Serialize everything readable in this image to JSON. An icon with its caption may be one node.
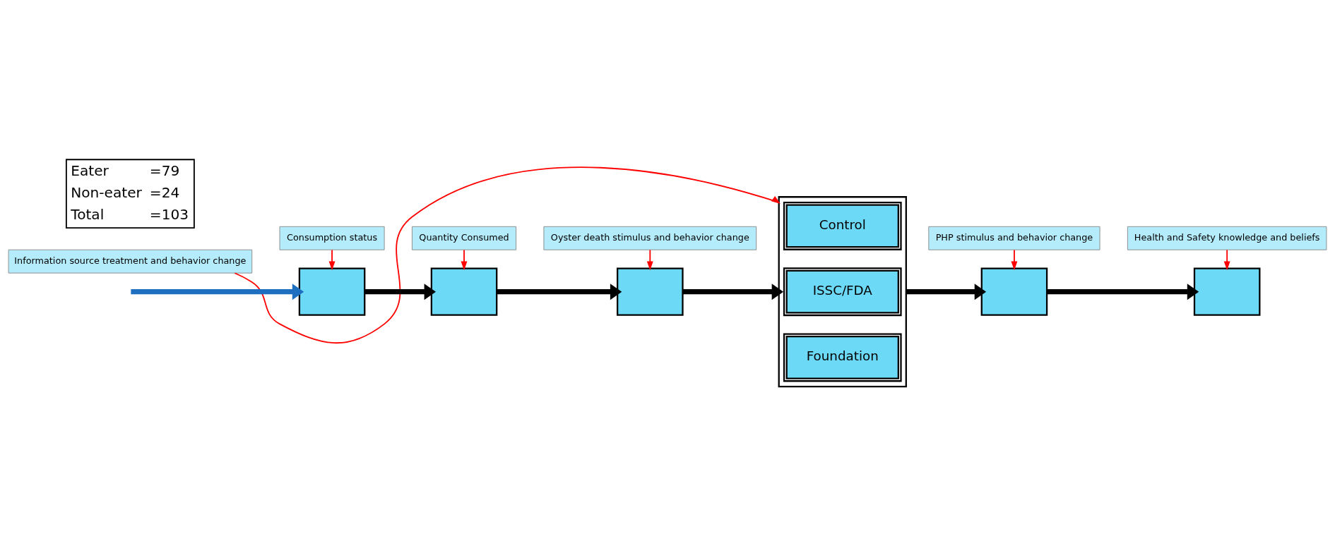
{
  "diagram": {
    "nodes": [
      {
        "text": [
          "Consumption status"
        ]
      },
      {
        "text": [
          "Quantity Consumed"
        ]
      },
      {
        "text": [
          "Oyster death stimulus and behavior change"
        ]
      },
      {
        "text": [
          "Information source treatment and behavior change"
        ]
      },
      {
        "text": [],
        "shape": "box"
      },
      {
        "text": [],
        "shape": "box"
      },
      {
        "text": [],
        "shape": "box"
      },
      {
        "text": [],
        "shape": "box"
      },
      {
        "text": [
          "Control"
        ],
        "in": 7
      },
      {
        "text": [
          "ISSC/FDA"
        ],
        "in": 7
      },
      {
        "text": [
          "Foundation"
        ],
        "in": 7
      },
      {
        "text": [],
        "shape": "box"
      },
      {
        "text": [],
        "shape": "box"
      },
      {
        "text": [
          "PHP stimulus and behavior change"
        ]
      },
      {
        "text": [
          "Health and Safety knowledge and beliefs"
        ]
      }
    ],
    "edges": [
      {
        "from": null,
        "to": 4,
        "arrow": "to",
        "style": "thick",
        "color": "#1f6fc0"
      },
      {
        "from": 4,
        "to": 5,
        "arrow": "to",
        "style": "thick",
        "color": "#000000"
      },
      {
        "from": 5,
        "to": 6,
        "arrow": "to",
        "style": "thick",
        "color": "#000000"
      },
      {
        "from": 6,
        "to": 7,
        "arrow": "to",
        "style": "thick",
        "color": "#000000"
      },
      {
        "from": 7,
        "to": 11,
        "arrow": "to",
        "style": "thick",
        "color": "#000000"
      },
      {
        "from": 11,
        "to": 12,
        "arrow": "to",
        "style": "thick",
        "color": "#000000"
      },
      {
        "from": 0,
        "to": 4,
        "arrow": "to",
        "color": "#ff0000"
      },
      {
        "from": 1,
        "to": 5,
        "arrow": "to",
        "color": "#ff0000"
      },
      {
        "from": 2,
        "to": 6,
        "arrow": "to",
        "color": "#ff0000"
      },
      {
        "from": 3,
        "to": 7,
        "arrow": "to",
        "color": "#ff0000"
      },
      {
        "from": 13,
        "to": 11,
        "arrow": "to",
        "color": "#ff0000"
      },
      {
        "from": 14,
        "to": 12,
        "arrow": "to",
        "color": "#ff0000"
      }
    ],
    "labels": [
      "Eater",
      "=79",
      "Non-eater",
      "=24",
      "Total",
      "=103"
    ]
  }
}
